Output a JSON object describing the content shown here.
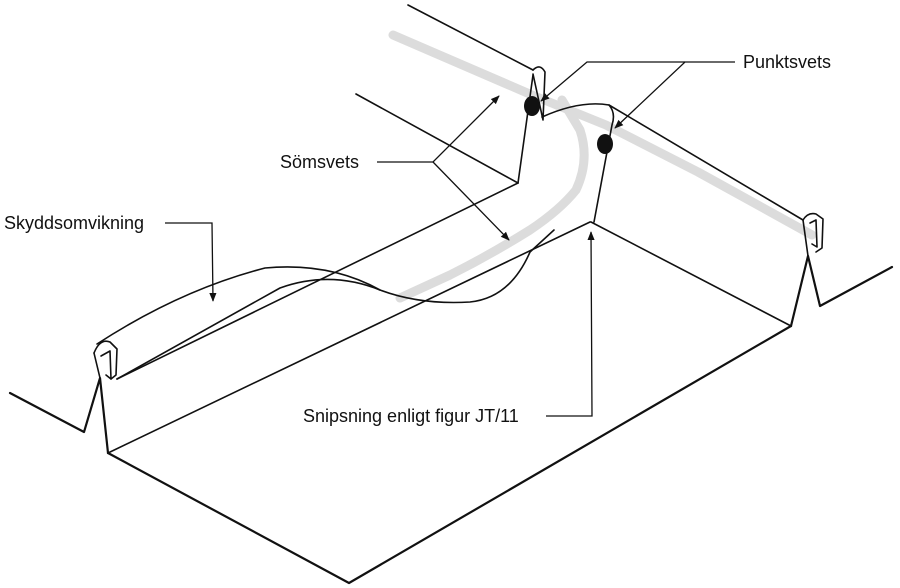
{
  "labels": {
    "punktsvets": "Punktsvets",
    "somsvets": "Sömsvets",
    "skyddsomvikning": "Skyddsomvikning",
    "snipsning": "Snipsning enligt figur JT/11"
  },
  "colors": {
    "line": "#111111",
    "weld_seam": "#dcdcdc",
    "background": "#ffffff"
  }
}
